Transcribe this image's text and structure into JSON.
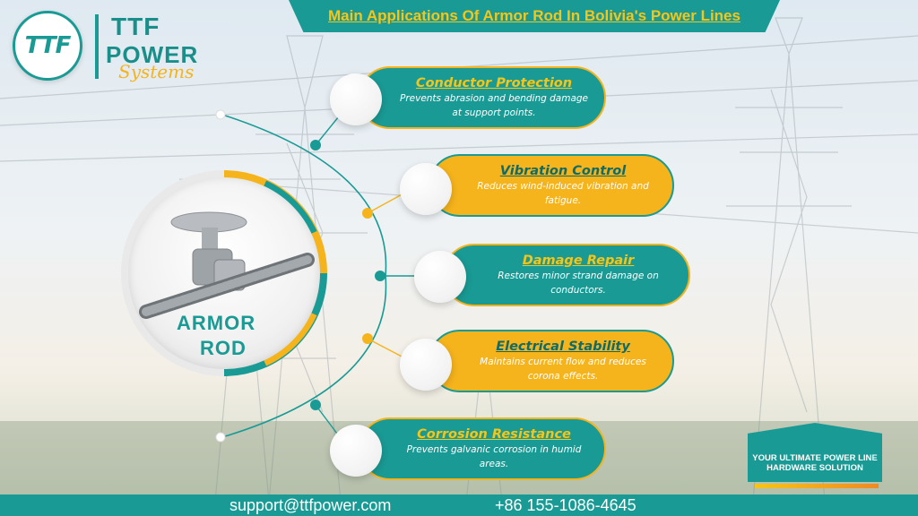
{
  "brand": {
    "logo_mark": "TTF",
    "name_line1": "TTF",
    "name_line2": "POWER",
    "name_line3": "Systems"
  },
  "title": "Main Applications Of Armor Rod In Bolivia's Power Lines",
  "hub": {
    "label_line1": "ARMOR",
    "label_line2": "ROD"
  },
  "applications": [
    {
      "title": "Conductor Protection",
      "desc": "Prevents abrasion and bending damage at support points.",
      "style": "teal"
    },
    {
      "title": "Vibration Control",
      "desc": "Reduces wind-induced vibration and fatigue.",
      "style": "gold"
    },
    {
      "title": "Damage Repair",
      "desc": "Restores minor strand damage on conductors.",
      "style": "teal"
    },
    {
      "title": "Electrical Stability",
      "desc": "Maintains current flow and reduces corona effects.",
      "style": "gold"
    },
    {
      "title": "Corrosion Resistance",
      "desc": "Prevents galvanic corrosion in humid areas.",
      "style": "teal"
    }
  ],
  "tagline": "YOUR ULTIMATE POWER LINE HARDWARE SOLUTION",
  "footer": {
    "email": "support@ttfpower.com",
    "phone": "+86 155-1086-4645"
  },
  "colors": {
    "teal": "#1a9a94",
    "gold": "#f5b31c",
    "title_yellow": "#f5c518"
  }
}
